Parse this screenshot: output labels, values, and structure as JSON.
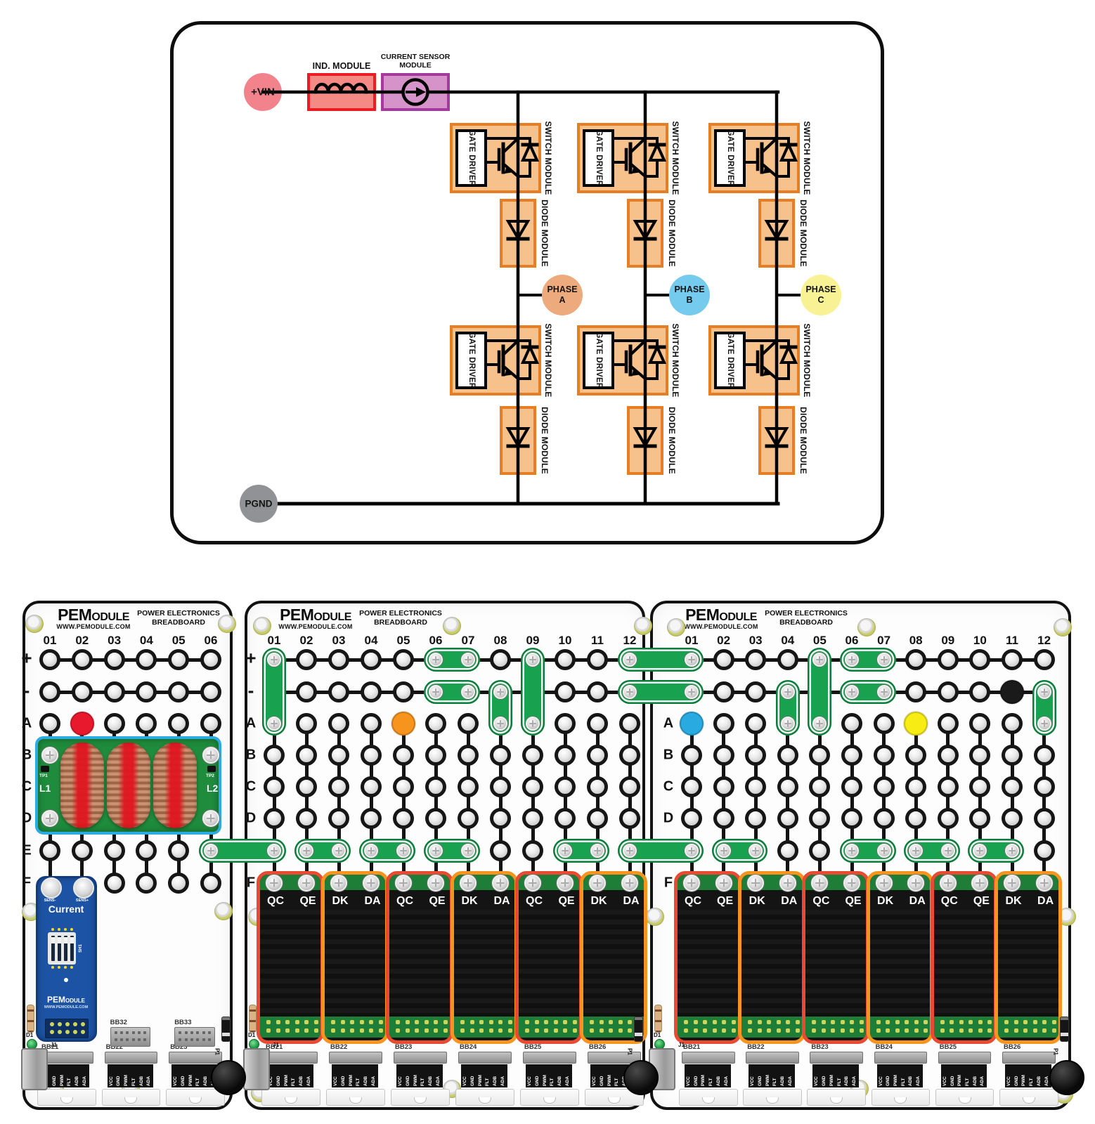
{
  "schematic": {
    "vin_label": "+VIN",
    "pgnd_label": "PGND",
    "ind_module_label": "IND. MODULE",
    "current_sensor_line1": "CURRENT SENSOR",
    "current_sensor_line2": "MODULE",
    "gate_driver_label": "GATE DRIVER",
    "switch_module_label": "SWITCH MODULE",
    "diode_module_label": "DIODE MODULE",
    "phase_word": "PHASE",
    "phases": [
      {
        "letter": "A",
        "color": "#edaa7c"
      },
      {
        "letter": "B",
        "color": "#74cbee"
      },
      {
        "letter": "C",
        "color": "#f8f295"
      }
    ],
    "colors": {
      "vin": "#f2838d",
      "pgnd": "#909295",
      "wire": "#000000",
      "ind_fill": "#f58a85",
      "ind_border": "#ec1c24",
      "cs_fill": "#d693c9",
      "cs_border": "#a43a9d",
      "module_fill": "#f7c18b",
      "module_border": "#e87e24"
    }
  },
  "brand": {
    "logo": "PEModule",
    "url": "WWW.PEMODULE.COM",
    "tagline_line1": "POWER ELECTRONICS",
    "tagline_line2": "BREADBOARD"
  },
  "pin_labels": [
    "VCC",
    "GND",
    "PWM",
    "FLT",
    "ADB",
    "ADA"
  ],
  "boards": [
    {
      "name": "breadboard-left",
      "columns": [
        "01",
        "02",
        "03",
        "04",
        "05",
        "06"
      ],
      "rows": [
        "+",
        "-",
        "A",
        "B",
        "C",
        "D",
        "E",
        "F"
      ],
      "dots": [
        {
          "row": 2,
          "col": 2,
          "color": "#e8192c",
          "name": "red-banana-plug"
        }
      ],
      "connectors": [
        "BB21",
        "BB22",
        "BB23"
      ],
      "aux_connectors": [
        "BB32",
        "BB33"
      ],
      "part_labels": {
        "d1": "D1",
        "j1": "J1",
        "p1": "P1"
      },
      "inductor_module": {
        "l1": "L1",
        "l2": "L2",
        "tp1": "TP1",
        "tp2": "TP2"
      },
      "current_module": {
        "title": "Current",
        "sens_minus": "SENS-",
        "sens_plus": "SENS+",
        "switch_label": "SH1",
        "logo": "PEModule",
        "url": "WWW.PEMODULE.COM"
      }
    },
    {
      "name": "breadboard-middle",
      "columns": [
        "01",
        "02",
        "03",
        "04",
        "05",
        "06",
        "07",
        "08",
        "09",
        "10",
        "11",
        "12"
      ],
      "rows": [
        "+",
        "-",
        "A",
        "B",
        "C",
        "D",
        "E",
        "F"
      ],
      "dots": [
        {
          "row": 2,
          "col": 5,
          "color": "#f7941d",
          "name": "orange-banana-plug"
        }
      ],
      "connectors": [
        "BB21",
        "BB22",
        "BB23",
        "BB24",
        "BB25",
        "BB26"
      ],
      "part_labels": {
        "d1": "D1",
        "j1": "J1",
        "p1": "P1"
      },
      "gate_modules": [
        {
          "labels": [
            "QC",
            "QE"
          ],
          "border": "#e84b31"
        },
        {
          "labels": [
            "DK",
            "DA"
          ],
          "border": "#f7941d"
        },
        {
          "labels": [
            "QC",
            "QE"
          ],
          "border": "#e84b31"
        },
        {
          "labels": [
            "DK",
            "DA"
          ],
          "border": "#f7941d"
        },
        {
          "labels": [
            "QC",
            "QE"
          ],
          "border": "#e84b31"
        },
        {
          "labels": [
            "DK",
            "DA"
          ],
          "border": "#f7941d"
        }
      ]
    },
    {
      "name": "breadboard-right",
      "columns": [
        "01",
        "02",
        "03",
        "04",
        "05",
        "06",
        "07",
        "08",
        "09",
        "10",
        "11",
        "12"
      ],
      "rows": [
        "+",
        "-",
        "A",
        "B",
        "C",
        "D",
        "E",
        "F"
      ],
      "dots": [
        {
          "row": 2,
          "col": 1,
          "color": "#29aae1",
          "name": "blue-banana-plug"
        },
        {
          "row": 2,
          "col": 8,
          "color": "#f7ec13",
          "name": "yellow-banana-plug"
        },
        {
          "row": 1,
          "col": 11,
          "color": "#1a1a1a",
          "name": "black-banana-plug"
        }
      ],
      "connectors": [
        "BB21",
        "BB22",
        "BB23",
        "BB24",
        "BB25",
        "BB26"
      ],
      "part_labels": {
        "d1": "D1",
        "j1": "J1",
        "p1": "P1"
      },
      "gate_modules": [
        {
          "labels": [
            "QC",
            "QE"
          ],
          "border": "#e84b31"
        },
        {
          "labels": [
            "DK",
            "DA"
          ],
          "border": "#f7941d"
        },
        {
          "labels": [
            "QC",
            "QE"
          ],
          "border": "#e84b31"
        },
        {
          "labels": [
            "DK",
            "DA"
          ],
          "border": "#f7941d"
        },
        {
          "labels": [
            "QC",
            "QE"
          ],
          "border": "#e84b31"
        },
        {
          "labels": [
            "DK",
            "DA"
          ],
          "border": "#f7941d"
        }
      ]
    }
  ],
  "jumpers": [
    {
      "board": 1,
      "type": "v",
      "col": 1,
      "row1": 0,
      "row2": 2
    },
    {
      "board": 1,
      "type": "h",
      "row": 0,
      "col1": 6,
      "col2": 7
    },
    {
      "board": 1,
      "type": "h",
      "row": 1,
      "col1": 6,
      "col2": 7
    },
    {
      "board": 1,
      "type": "v",
      "col": 8,
      "row1": 1,
      "row2": 2
    },
    {
      "board": 1,
      "type": "v",
      "col": 9,
      "row1": 0,
      "row2": 2
    },
    {
      "board": 1,
      "type": "h",
      "row": 6,
      "col1": 2,
      "col2": 3
    },
    {
      "board": 1,
      "type": "h",
      "row": 6,
      "col1": 4,
      "col2": 5
    },
    {
      "board": 1,
      "type": "h",
      "row": 6,
      "col1": 6,
      "col2": 7
    },
    {
      "board": 1,
      "type": "h",
      "row": 6,
      "col1": 10,
      "col2": 11
    },
    {
      "board": 2,
      "type": "v",
      "col": 4,
      "row1": 1,
      "row2": 2
    },
    {
      "board": 2,
      "type": "v",
      "col": 5,
      "row1": 0,
      "row2": 2
    },
    {
      "board": 2,
      "type": "h",
      "row": 0,
      "col1": 6,
      "col2": 7
    },
    {
      "board": 2,
      "type": "h",
      "row": 1,
      "col1": 6,
      "col2": 7
    },
    {
      "board": 2,
      "type": "v",
      "col": 12,
      "row1": 1,
      "row2": 2
    },
    {
      "board": 2,
      "type": "h",
      "row": 6,
      "col1": 2,
      "col2": 3
    },
    {
      "board": 2,
      "type": "h",
      "row": 6,
      "col1": 6,
      "col2": 7
    },
    {
      "board": 2,
      "type": "h",
      "row": 6,
      "col1": 8,
      "col2": 9
    },
    {
      "board": 2,
      "type": "h",
      "row": 6,
      "col1": 10,
      "col2": 11
    },
    {
      "type": "cross",
      "row": 0,
      "board1": 1,
      "col1": 12,
      "board2": 2,
      "col2": 1
    },
    {
      "type": "cross",
      "row": 1,
      "board1": 1,
      "col1": 12,
      "board2": 2,
      "col2": 1
    },
    {
      "type": "cross",
      "row": 6,
      "board1": 0,
      "col1": 6,
      "board2": 1,
      "col2": 1
    },
    {
      "type": "cross",
      "row": 6,
      "board1": 1,
      "col1": 12,
      "board2": 2,
      "col2": 1
    }
  ]
}
